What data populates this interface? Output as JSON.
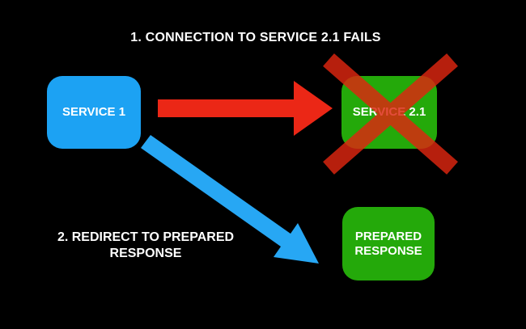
{
  "diagram": {
    "background_color": "#000000",
    "text_color": "#FFFFFF",
    "step1_caption": "1. CONNECTION TO SERVICE 2.1 FAILS",
    "step2_caption_lines": {
      "0": "2. REDIRECT TO PREPARED",
      "1": "RESPONSE"
    },
    "nodes": {
      "service1": {
        "label": "SERVICE 1",
        "fill_color": "#1CA2F3"
      },
      "service2_1": {
        "label": "SERVICE 2.1",
        "fill_color": "#24A90A",
        "crossed_out": true
      },
      "prepared_response": {
        "label_lines": {
          "0": "PREPARED",
          "1": "RESPONSE"
        },
        "fill_color": "#24A90A"
      }
    },
    "connectors": {
      "failed_connection": {
        "from": "SERVICE 1",
        "to": "SERVICE 2.1",
        "color": "#EB2716"
      },
      "redirect": {
        "from": "SERVICE 1",
        "to": "PREPARED RESPONSE",
        "color": "#27A7F4"
      },
      "failure_cross": {
        "color": "#DF2611",
        "opacity": "0.82"
      }
    }
  }
}
